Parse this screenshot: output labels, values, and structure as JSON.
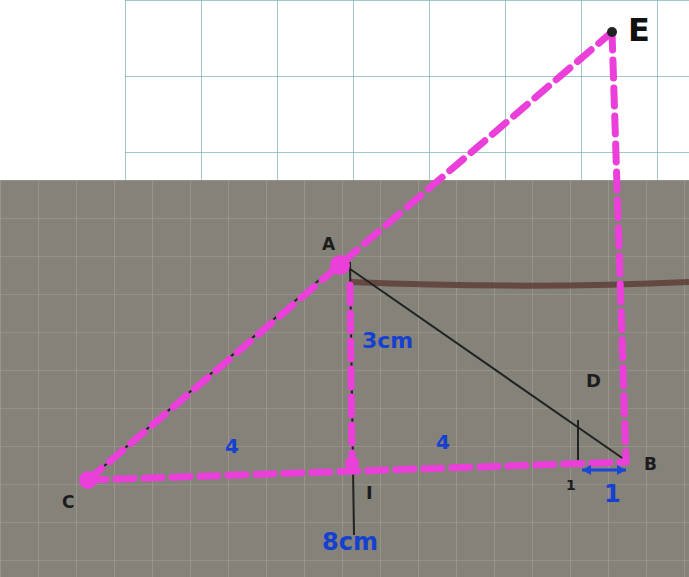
{
  "diagram": {
    "labels": [
      "E",
      "A",
      "3cm",
      "D",
      "C",
      "4",
      "4",
      "I",
      "B",
      "1",
      "1",
      "8cm"
    ]
  }
}
